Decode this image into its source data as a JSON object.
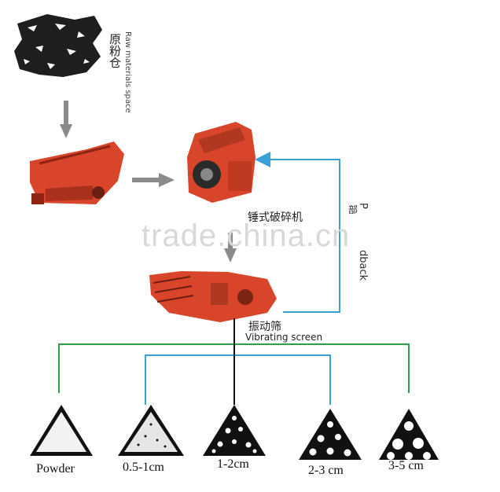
{
  "raw_material": {
    "label_cn": "原粉仓",
    "label_en": "Raw materials space"
  },
  "crusher": {
    "label_cn": "锤式破碎机"
  },
  "feedback": {
    "label_cn": "部",
    "label_en": "P",
    "label_en_rest": "dback"
  },
  "screen": {
    "label_cn": "振动筛",
    "label_en": "Vibrating screen"
  },
  "watermark": "trade.china.cn",
  "products": [
    {
      "label": "Powder"
    },
    {
      "label": "0.5-1cm"
    },
    {
      "label": "1-2cm"
    },
    {
      "label": "2-3 cm"
    },
    {
      "label": "3-5 cm"
    }
  ],
  "colors": {
    "machine_red": "#d9452a",
    "arrow_gray": "#8a8a8a",
    "feedback_blue": "#3aa0d8",
    "green_line": "#2e9e4a",
    "black_line": "#111111"
  }
}
